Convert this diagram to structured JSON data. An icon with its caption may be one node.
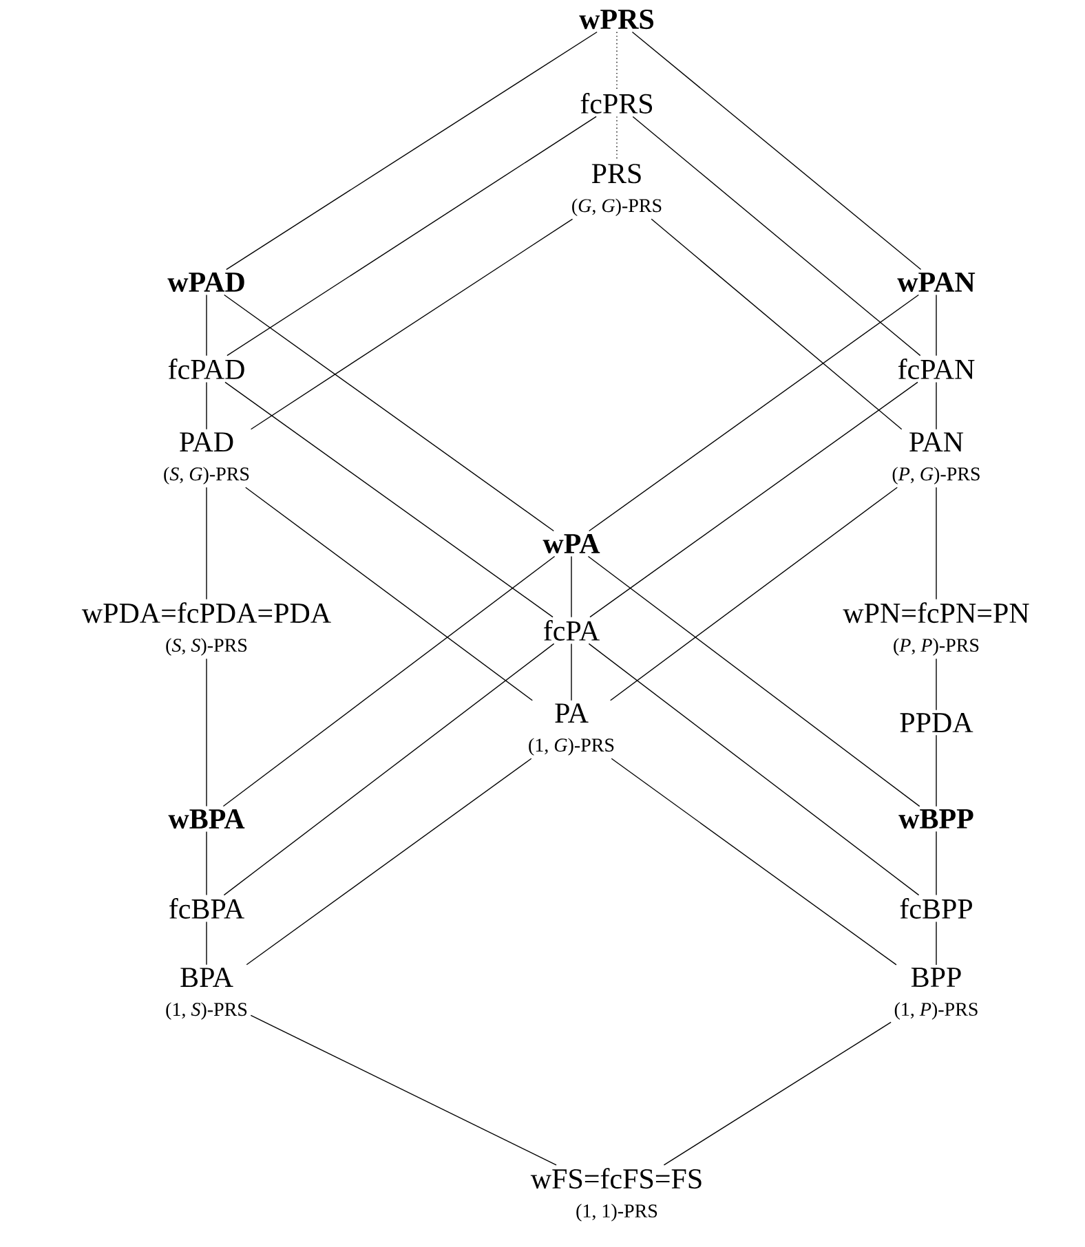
{
  "diagram": {
    "nodes": [
      {
        "text": [
          "wPRS"
        ]
      },
      {
        "text": [
          "fcPRS"
        ]
      },
      {
        "text": [
          "PRS",
          "(*G*, *G*)-PRS"
        ]
      },
      {
        "text": [
          "wPAD"
        ]
      },
      {
        "text": [
          "fcPAD"
        ]
      },
      {
        "text": [
          "PAD",
          "(*S*, *G*)-PRS"
        ]
      },
      {
        "text": [
          "wPAN"
        ]
      },
      {
        "text": [
          "fcPAN"
        ]
      },
      {
        "text": [
          "PAN",
          "(*P*, *G*)-PRS"
        ]
      },
      {
        "text": [
          "wPA"
        ]
      },
      {
        "text": [
          "wPDA=fcPDA=PDA",
          "(*S*, *S*)-PRS"
        ]
      },
      {
        "text": [
          "fcPA"
        ]
      },
      {
        "text": [
          "wPN=fcPN=PN",
          "(*P*, *P*)-PRS"
        ]
      },
      {
        "text": [
          "PA",
          "(1, *G*)-PRS"
        ]
      },
      {
        "text": [
          "PPDA"
        ]
      },
      {
        "text": [
          "wBPA"
        ]
      },
      {
        "text": [
          "wBPP"
        ]
      },
      {
        "text": [
          "fcBPA"
        ]
      },
      {
        "text": [
          "fcBPP"
        ]
      },
      {
        "text": [
          "BPA",
          "(1, *S*)-PRS"
        ]
      },
      {
        "text": [
          "BPP",
          "(1, *P*)-PRS"
        ]
      },
      {
        "text": [
          "wFS=fcFS=FS",
          "(1, 1)-PRS"
        ]
      }
    ],
    "edges": [
      {
        "from": 0,
        "to": 1,
        "arrow": "none",
        "style": "dashed"
      },
      {
        "from": 1,
        "to": 2,
        "arrow": "none",
        "style": "dashed"
      },
      {
        "from": 0,
        "to": 3,
        "arrow": "none"
      },
      {
        "from": 0,
        "to": 6,
        "arrow": "none"
      },
      {
        "from": 1,
        "to": 4,
        "arrow": "none"
      },
      {
        "from": 1,
        "to": 7,
        "arrow": "none"
      },
      {
        "from": 2,
        "to": 5,
        "arrow": "none"
      },
      {
        "from": 2,
        "to": 8,
        "arrow": "none"
      },
      {
        "from": 3,
        "to": 4,
        "arrow": "none"
      },
      {
        "from": 4,
        "to": 5,
        "arrow": "none"
      },
      {
        "from": 6,
        "to": 7,
        "arrow": "none"
      },
      {
        "from": 7,
        "to": 8,
        "arrow": "none"
      },
      {
        "from": 3,
        "to": 9,
        "arrow": "none"
      },
      {
        "from": 4,
        "to": 11,
        "arrow": "none"
      },
      {
        "from": 5,
        "to": 13,
        "arrow": "none"
      },
      {
        "from": 6,
        "to": 9,
        "arrow": "none"
      },
      {
        "from": 7,
        "to": 11,
        "arrow": "none"
      },
      {
        "from": 8,
        "to": 13,
        "arrow": "none"
      },
      {
        "from": 5,
        "to": 10,
        "arrow": "none"
      },
      {
        "from": 10,
        "to": 15,
        "arrow": "none"
      },
      {
        "from": 8,
        "to": 12,
        "arrow": "none"
      },
      {
        "from": 12,
        "to": 14,
        "arrow": "none"
      },
      {
        "from": 14,
        "to": 16,
        "arrow": "none"
      },
      {
        "from": 9,
        "to": 11,
        "arrow": "none"
      },
      {
        "from": 11,
        "to": 13,
        "arrow": "none"
      },
      {
        "from": 9,
        "to": 15,
        "arrow": "none"
      },
      {
        "from": 11,
        "to": 17,
        "arrow": "none"
      },
      {
        "from": 13,
        "to": 19,
        "arrow": "none"
      },
      {
        "from": 9,
        "to": 16,
        "arrow": "none"
      },
      {
        "from": 11,
        "to": 18,
        "arrow": "none"
      },
      {
        "from": 13,
        "to": 20,
        "arrow": "none"
      },
      {
        "from": 15,
        "to": 17,
        "arrow": "none"
      },
      {
        "from": 17,
        "to": 19,
        "arrow": "none"
      },
      {
        "from": 16,
        "to": 18,
        "arrow": "none"
      },
      {
        "from": 18,
        "to": 20,
        "arrow": "none"
      },
      {
        "from": 19,
        "to": 21,
        "arrow": "none"
      },
      {
        "from": 20,
        "to": 21,
        "arrow": "none"
      }
    ]
  }
}
